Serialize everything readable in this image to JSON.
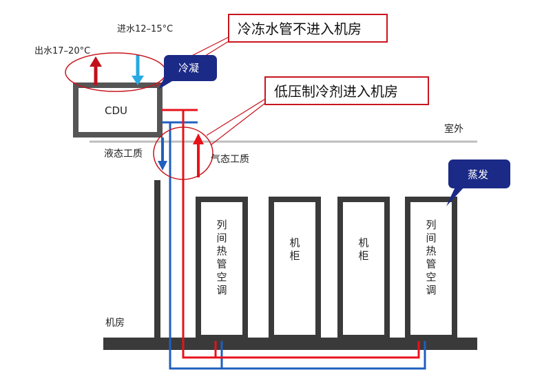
{
  "labels": {
    "water_out": "出水17–20°C",
    "water_in": "进水12–15°C",
    "cdu": "CDU",
    "outdoor": "室外",
    "liquid": "液态工质",
    "gas": "气态工质",
    "machine_room": "机房"
  },
  "callouts": {
    "no_chilled_water": "冷冻水管不进入机房",
    "low_pressure_refrigerant": "低压制冷剂进入机房"
  },
  "badges": {
    "condense": "冷凝",
    "evaporate": "蒸发"
  },
  "units": [
    {
      "label": "列间热管空调"
    },
    {
      "label": "机柜"
    },
    {
      "label": "机柜"
    },
    {
      "label": "列间热管空调"
    }
  ],
  "colors": {
    "hot": "#e8111a",
    "cold": "#1f5fbf",
    "inlet": "#29a9e1",
    "outline": "#3a3a3a",
    "callout_border": "#c8141d",
    "badge": "#1b2a86"
  }
}
